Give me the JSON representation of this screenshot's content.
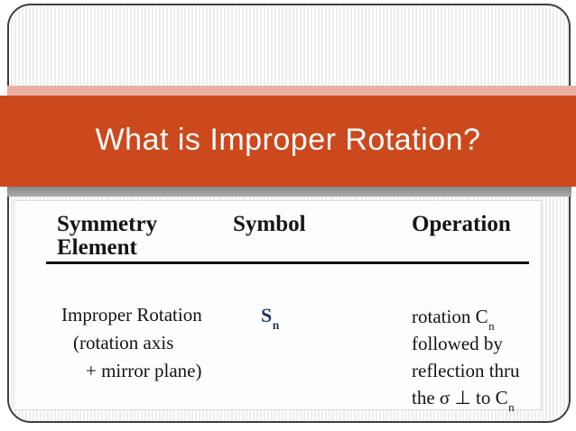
{
  "slide": {
    "title": "What is Improper Rotation?"
  },
  "colors": {
    "banner_orange": "#cc481d",
    "banner_pink": "#ebb2a3",
    "banner_gray": "#9a9a9a",
    "frame_border": "#3f3f3f",
    "pinstripe": "#ededef",
    "symbol_navy": "#1f3864",
    "text_black": "#131313"
  },
  "table": {
    "headers": {
      "symmetry_line1": "Symmetry",
      "symmetry_line2": "Element",
      "symbol": "Symbol",
      "operation": "Operation"
    },
    "row": {
      "element_lines": [
        "Improper Rotation",
        "(rotation axis",
        "+ mirror plane)"
      ],
      "symbol": {
        "base": "S",
        "sub": "n"
      },
      "operation_lines": [
        {
          "text": "rotation C",
          "sub": "n"
        },
        {
          "text": "followed by",
          "sub": ""
        },
        {
          "text": "reflection thru",
          "sub": ""
        },
        {
          "text": "the σ ⊥ to C",
          "sub": "n"
        }
      ]
    }
  }
}
